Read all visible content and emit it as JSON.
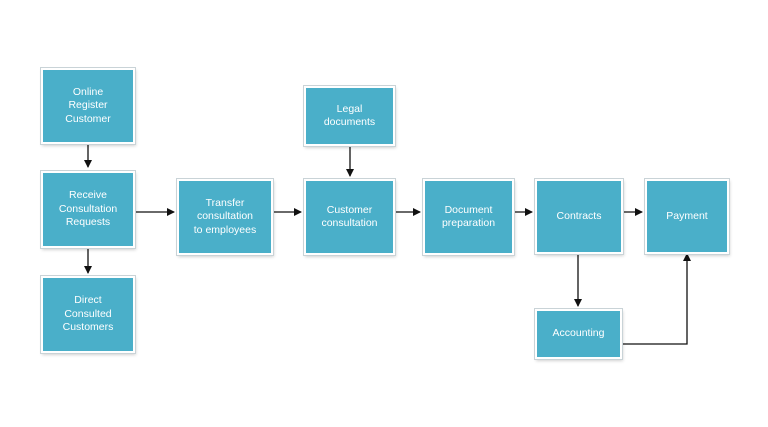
{
  "diagram": {
    "colors": {
      "node_fill": "#4aafc9",
      "node_text": "#ffffff",
      "edge": "#111111"
    },
    "nodes": {
      "online_register": "Online\nRegister\nCustomer",
      "receive_requests": "Receive\nConsultation\nRequests",
      "direct_consulted": "Direct\nConsulted\nCustomers",
      "transfer": "Transfer\nconsultation\nto employees",
      "legal_documents": "Legal\ndocuments",
      "customer_consultation": "Customer\nconsultation",
      "document_preparation": "Document\npreparation",
      "contracts": "Contracts",
      "payment": "Payment",
      "accounting": "Accounting"
    },
    "edges": [
      {
        "from": "online_register",
        "to": "receive_requests"
      },
      {
        "from": "receive_requests",
        "to": "direct_consulted"
      },
      {
        "from": "receive_requests",
        "to": "transfer"
      },
      {
        "from": "transfer",
        "to": "customer_consultation"
      },
      {
        "from": "legal_documents",
        "to": "customer_consultation"
      },
      {
        "from": "customer_consultation",
        "to": "document_preparation"
      },
      {
        "from": "document_preparation",
        "to": "contracts"
      },
      {
        "from": "contracts",
        "to": "payment"
      },
      {
        "from": "contracts",
        "to": "accounting"
      },
      {
        "from": "accounting",
        "to": "payment"
      }
    ]
  }
}
